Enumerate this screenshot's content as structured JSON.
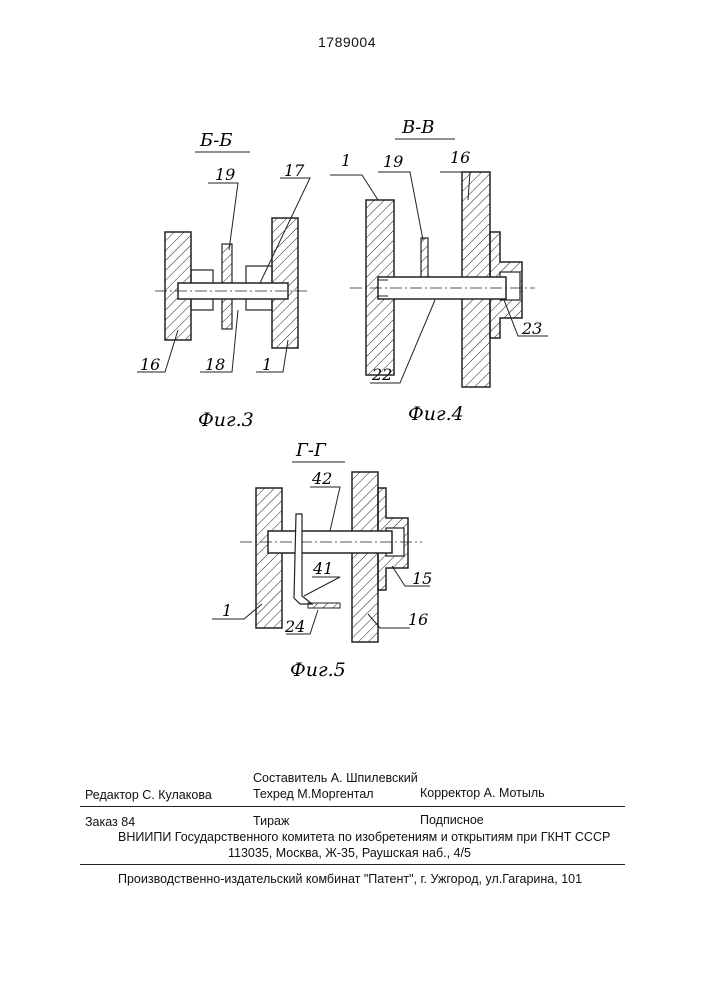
{
  "document_number": "1789004",
  "figures": [
    {
      "section": "Б-Б",
      "caption": "Фиг.3",
      "callouts": [
        "19",
        "17",
        "16",
        "18",
        "1"
      ]
    },
    {
      "section": "В-В",
      "caption": "Фиг.4",
      "callouts": [
        "1",
        "19",
        "16",
        "23",
        "22"
      ]
    },
    {
      "section": "Г-Г",
      "caption": "Фиг.5",
      "callouts": [
        "42",
        "41",
        "15",
        "1",
        "24",
        "16"
      ]
    }
  ],
  "colophon": {
    "compiler": "Составитель  А. Шпилевский",
    "editor": "Редактор  С. Кулакова",
    "techred": "Техред М.Моргентал",
    "corrector": "Корректор  А. Мотыль",
    "order": "Заказ  84",
    "circulation": "Тираж",
    "subscription": "Подписное",
    "vniipi": "ВНИИПИ Государственного комитета по изобретениям и открытиям при ГКНТ СССР",
    "address": "113035, Москва, Ж-35, Раушская наб., 4/5",
    "printer": "Производственно-издательский комбинат \"Патент\", г. Ужгород, ул.Гагарина, 101"
  }
}
